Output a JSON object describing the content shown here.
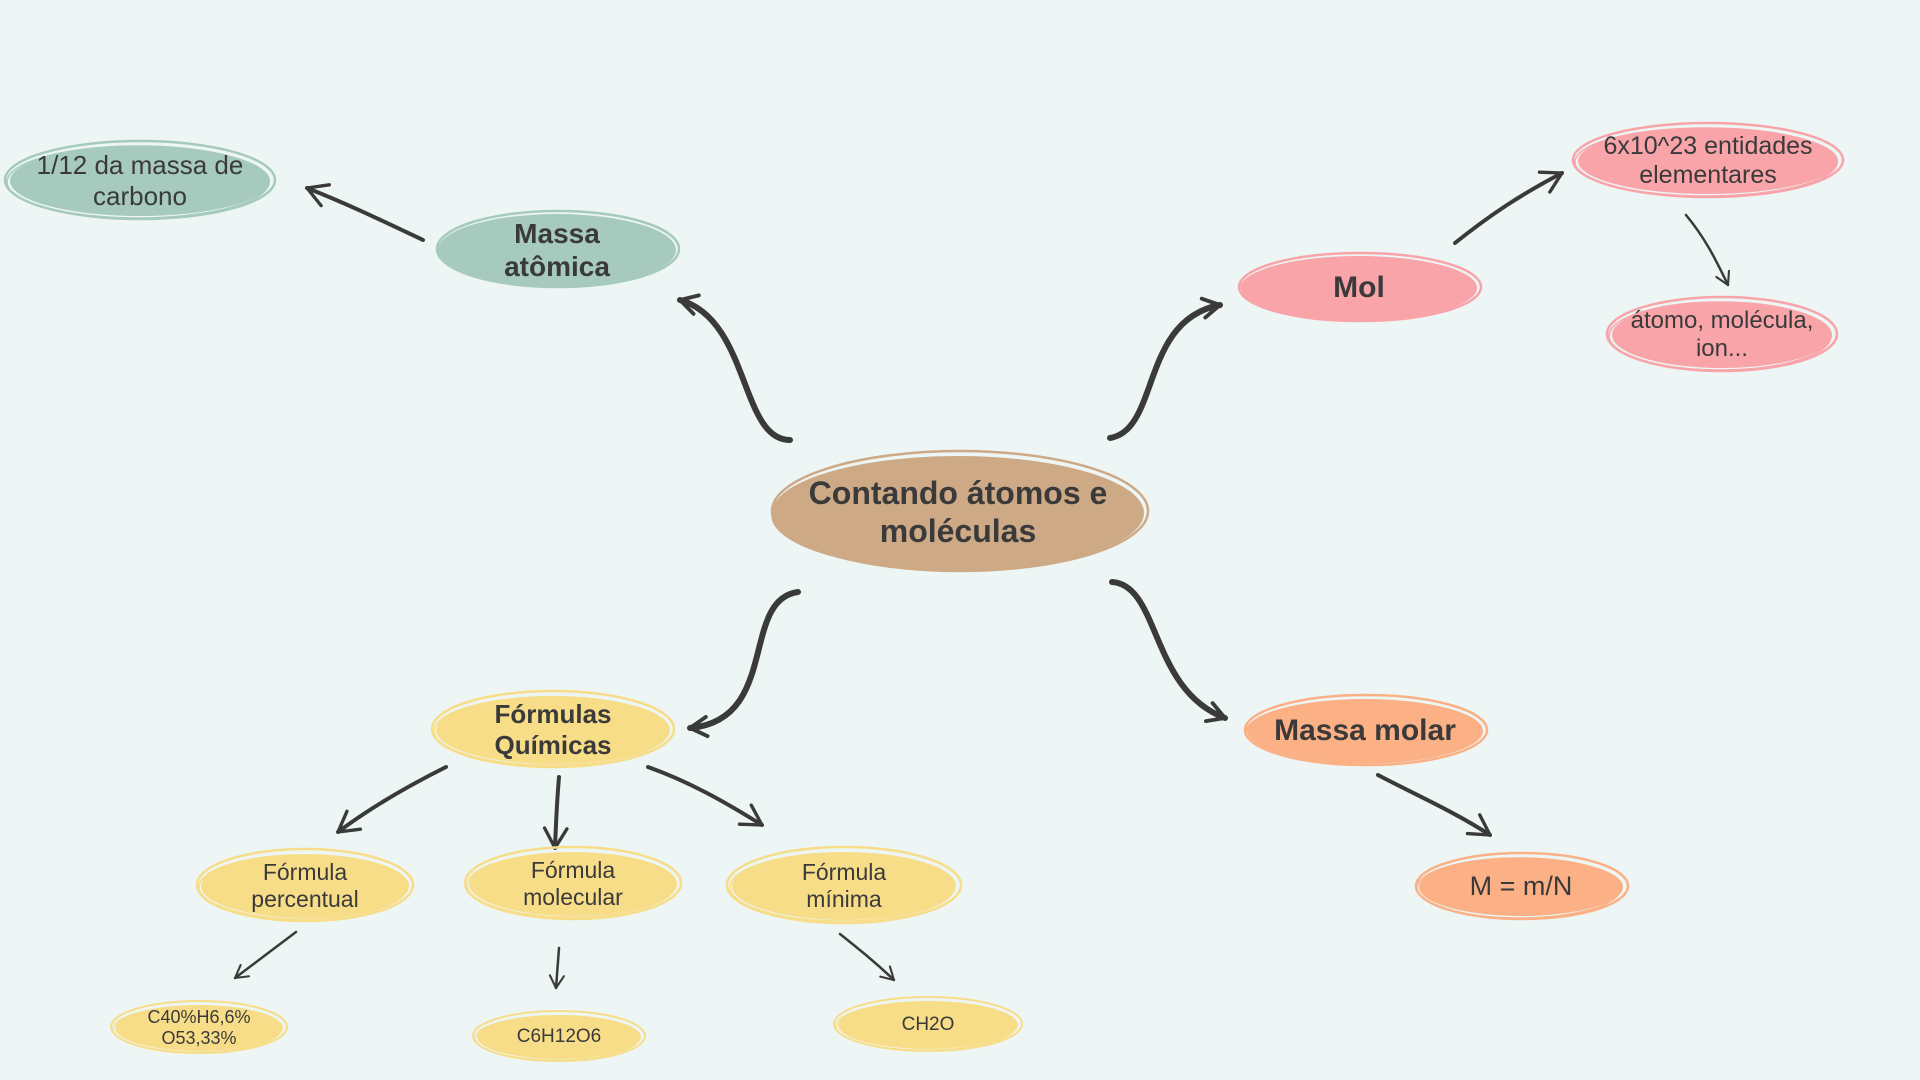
{
  "colors": {
    "background": "#EDF6F5",
    "center": "#CDA986",
    "green": "#A6CABD",
    "pink": "#F8A4A9",
    "orange": "#FBB185",
    "yellow": "#F8DD89",
    "text": "#3a3a3a",
    "arrow": "#3a3a3a"
  },
  "nodes": {
    "center": {
      "label": "Contando átomos e\nmoléculas"
    },
    "massa_atomica": {
      "label": "Massa\natômica"
    },
    "massa_atomica_def": {
      "label": "1/12 da massa de\ncarbono"
    },
    "mol": {
      "label": "Mol"
    },
    "mol_def": {
      "label": "6x10^23  entidades\nelementares"
    },
    "mol_examples": {
      "label": "átomo, molécula,\nion..."
    },
    "massa_molar": {
      "label": "Massa molar"
    },
    "massa_molar_formula": {
      "label": "M = m/N"
    },
    "formulas_quimicas": {
      "label": "Fórmulas\nQuímicas"
    },
    "formula_percentual": {
      "label": "Fórmula\npercentual"
    },
    "formula_molecular": {
      "label": "Fórmula\nmolecular"
    },
    "formula_minima": {
      "label": "Fórmula\nmínima"
    },
    "ex_percentual": {
      "label": "C40%H6,6%\nO53,33%"
    },
    "ex_molecular": {
      "label": "C6H12O6"
    },
    "ex_minima": {
      "label": "CH2O"
    }
  }
}
